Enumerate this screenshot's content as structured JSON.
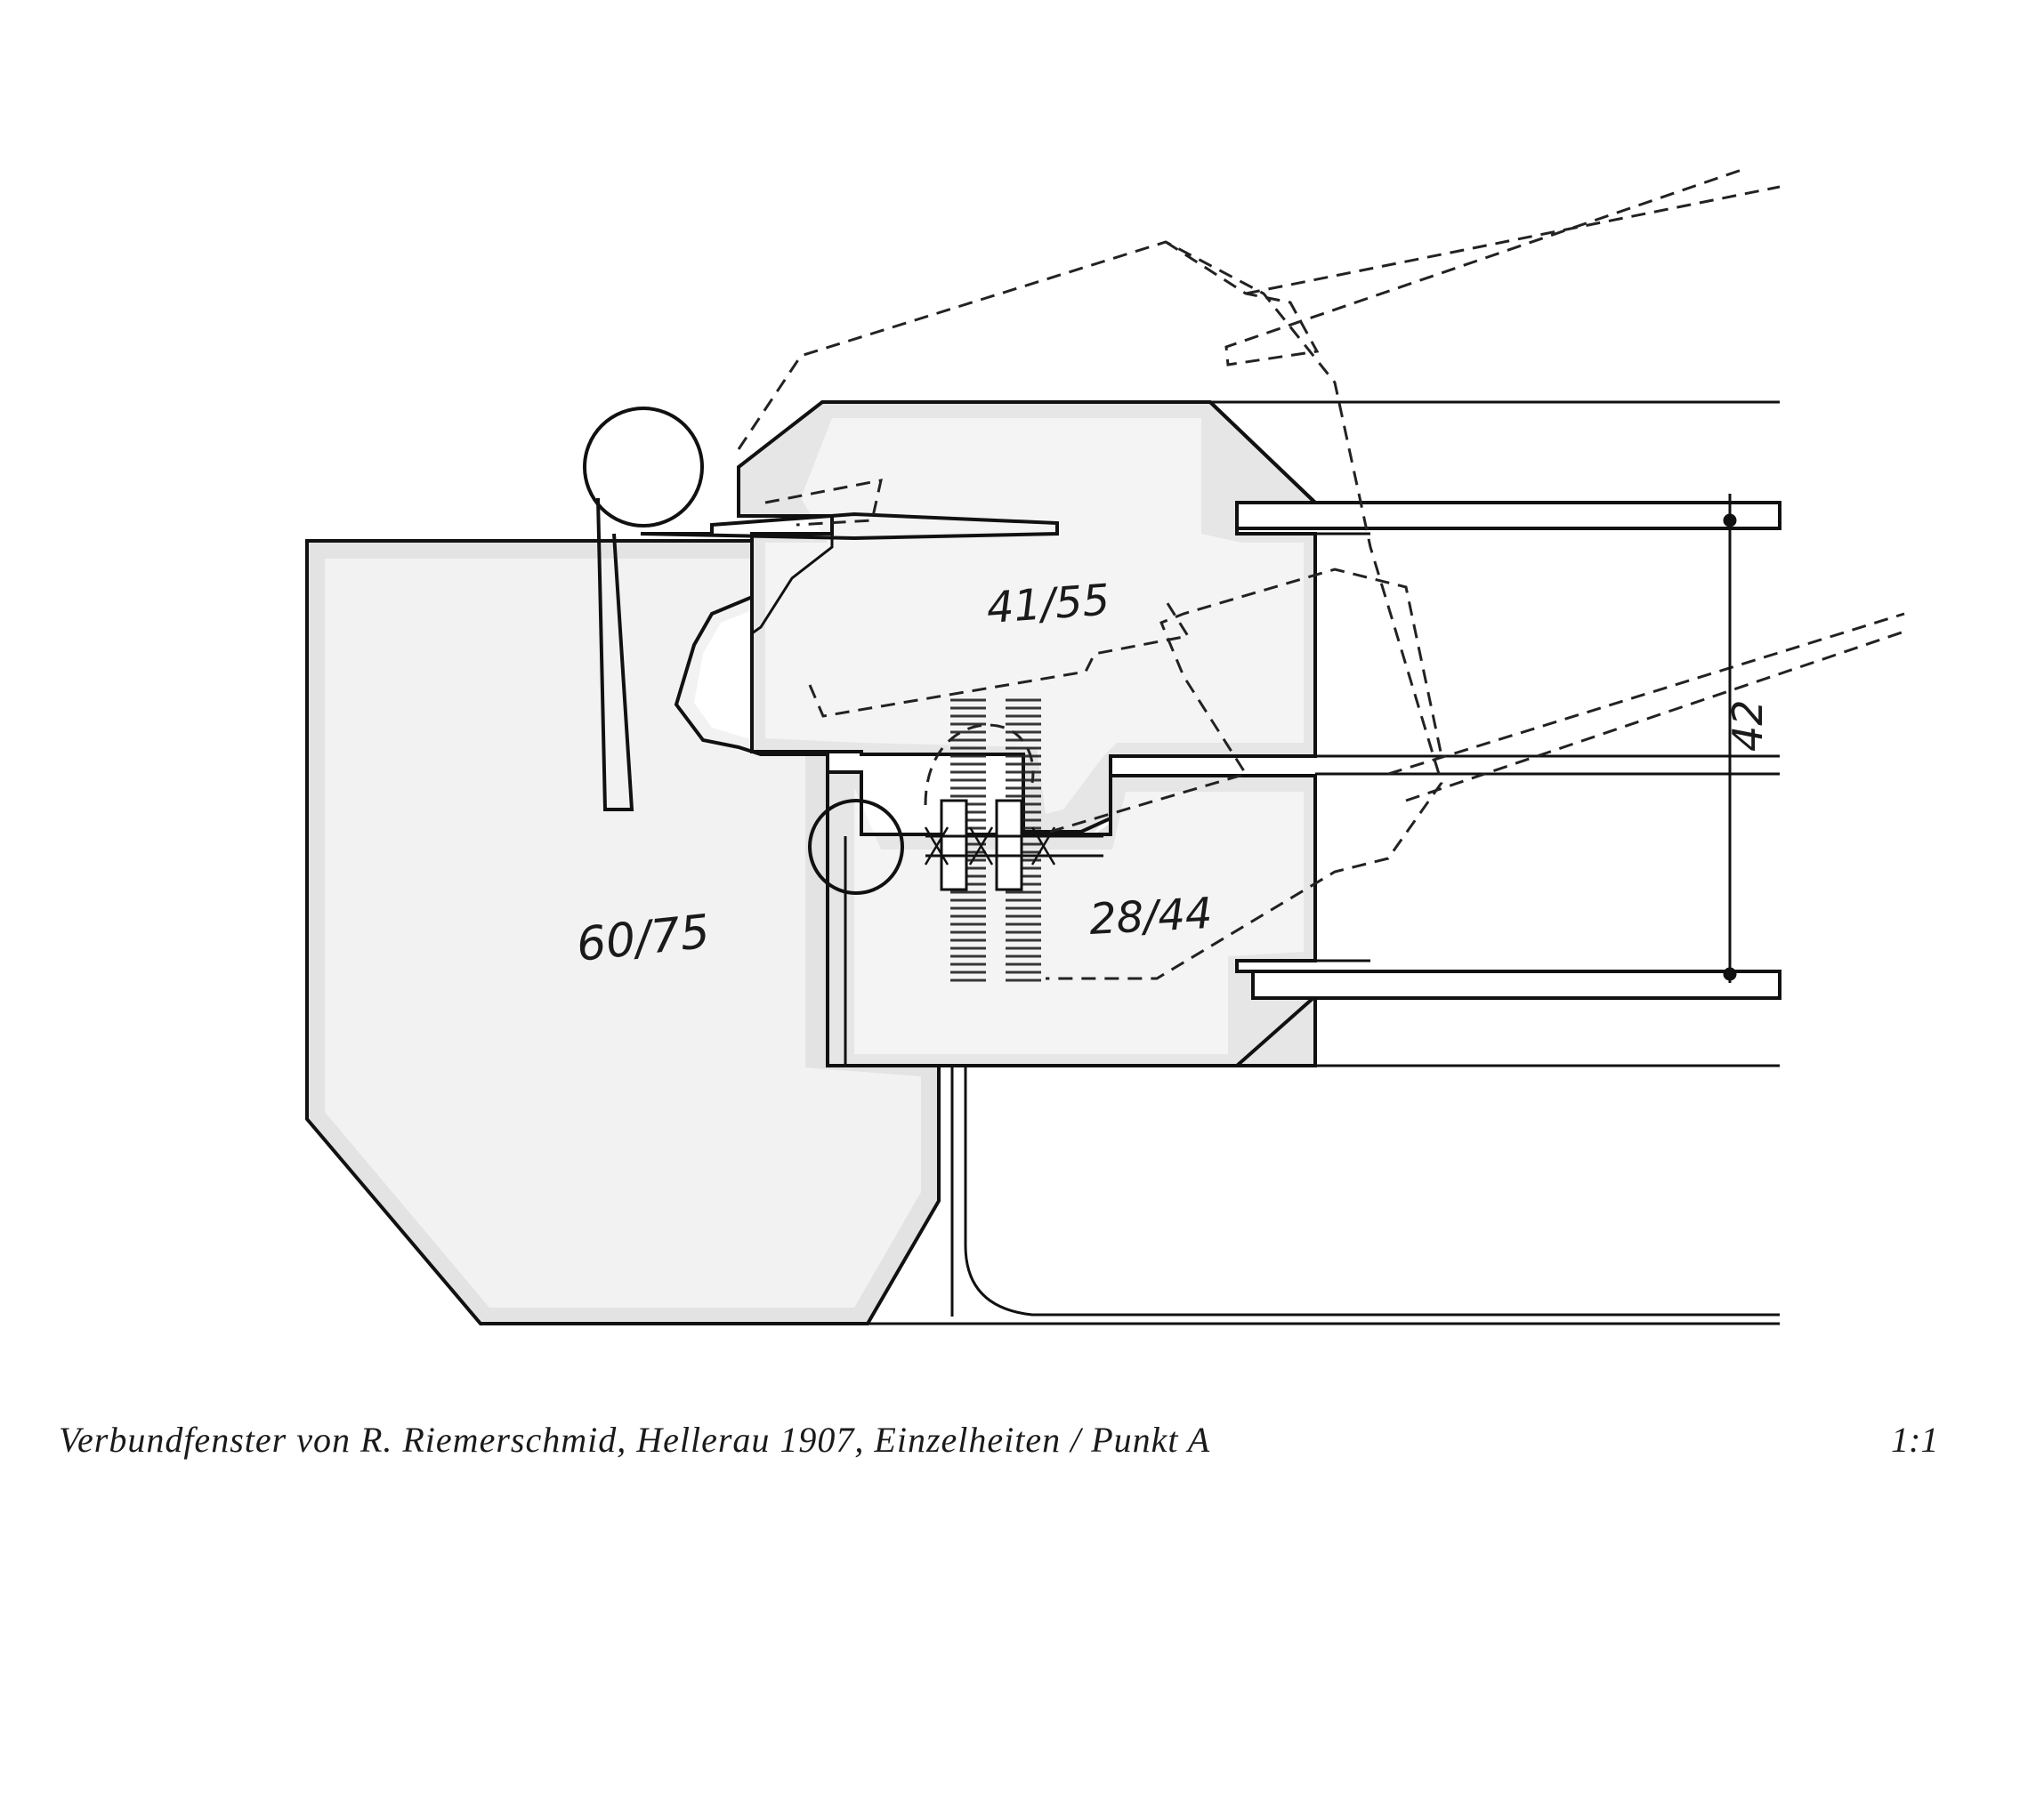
{
  "drawing": {
    "labels": {
      "frame": "60/75",
      "sash_outer": "41/55",
      "sash_inner": "28/44",
      "dimension": "42"
    }
  },
  "caption": {
    "text": "Verbundfenster von R. Riemerschmid, Hellerau 1907, Einzelheiten / Punkt A",
    "scale": "1:1"
  }
}
